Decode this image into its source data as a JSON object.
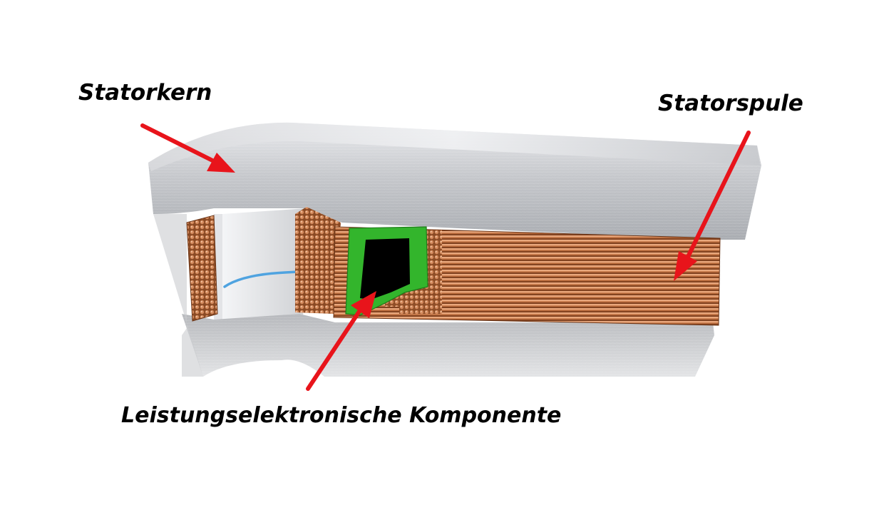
{
  "labels": {
    "stator_core": "Statorkern",
    "stator_coil": "Statorspule",
    "power_component": "Leistungselektronische Komponente"
  },
  "colors": {
    "arrow": "#e8141b",
    "metal_light": "#f2f3f5",
    "metal_dark": "#9a9da3",
    "copper_light": "#e6a37a",
    "copper_dark": "#8a4a24",
    "pcb_green": "#33b52c",
    "chip": "#000000",
    "wire": "#4fa3e0"
  }
}
